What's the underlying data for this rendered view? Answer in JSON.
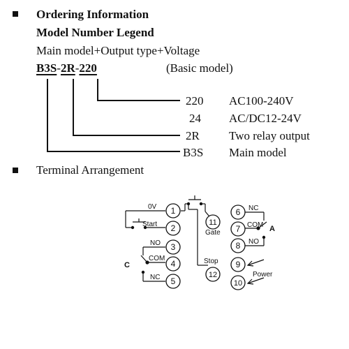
{
  "ordering": {
    "heading": "Ordering Information",
    "legend_title": "Model Number Legend",
    "composition": "Main model+Output type+Voltage",
    "model_parts": [
      "B3S",
      "2R",
      "220"
    ],
    "separator": "-",
    "basic_label": "(Basic model)",
    "rows": [
      {
        "code": "220",
        "desc": "AC100-240V"
      },
      {
        "code": "24",
        "desc": "AC/DC12-24V"
      },
      {
        "code": "2R",
        "desc": "Two relay output"
      },
      {
        "code": "B3S",
        "desc": "Main model"
      }
    ]
  },
  "terminal": {
    "heading": "Terminal Arrangement",
    "left_terminals": [
      {
        "num": "1",
        "label": "0V"
      },
      {
        "num": "2",
        "label": "Start"
      },
      {
        "num": "3",
        "label": "NO"
      },
      {
        "num": "4",
        "label": "COM"
      },
      {
        "num": "5",
        "label": "NC"
      }
    ],
    "right_terminals": [
      {
        "num": "6",
        "label": "NC"
      },
      {
        "num": "7",
        "label": "COM"
      },
      {
        "num": "8",
        "label": "NO"
      },
      {
        "num": "9",
        "label": ""
      },
      {
        "num": "10",
        "label": ""
      }
    ],
    "middle_terminals": [
      {
        "num": "11",
        "label": "Gate"
      },
      {
        "num": "12",
        "label": "Stop"
      }
    ],
    "relay_c": "C",
    "relay_a": "A",
    "power_label": "Power"
  }
}
